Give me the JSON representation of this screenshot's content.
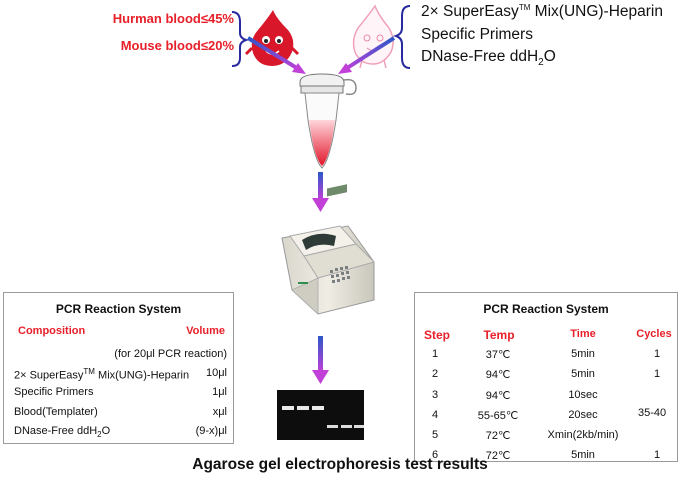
{
  "blood": {
    "human": "Hurman blood≤45%",
    "mouse": "Mouse blood≤20%"
  },
  "reagents": [
    {
      "pre": "2×  SuperEasy",
      "sup": "TM",
      "post": " Mix(UNG)-Heparin"
    },
    {
      "pre": "Specific Primers",
      "sup": "",
      "post": ""
    },
    {
      "pre": "DNase-Free ddH",
      "sub": "2",
      "post": "O"
    }
  ],
  "left_table": {
    "title": "PCR Reaction System",
    "col_composition": "Composition",
    "col_volume": "Volume",
    "note": "(for 20μl PCR reaction)",
    "rows": [
      {
        "name_pre": "2× SuperEasy",
        "name_sup": "TM",
        "name_post": " Mix(UNG)-Heparin",
        "vol": "10μl"
      },
      {
        "name_pre": "Specific Primers",
        "name_sup": "",
        "name_post": "",
        "vol": "1μl"
      },
      {
        "name_pre": "Blood(Templater)",
        "name_sup": "",
        "name_post": "",
        "vol": "xμl"
      },
      {
        "name_pre": "DNase-Free ddH",
        "name_sub": "2",
        "name_post": "O",
        "vol": "(9-x)μl"
      }
    ]
  },
  "right_table": {
    "title": "PCR Reaction System",
    "headers": [
      "Step",
      "Temp",
      "Time",
      "Cycles"
    ],
    "rows": [
      {
        "step": "1",
        "temp": "37℃",
        "time": "5min",
        "cycles": "1"
      },
      {
        "step": "2",
        "temp": "94℃",
        "time": "5min",
        "cycles": "1"
      },
      {
        "step": "3",
        "temp": "94℃",
        "time": "10sec",
        "cycles": ""
      },
      {
        "step": "4",
        "temp": "55-65℃",
        "time": "20sec",
        "cycles": ""
      },
      {
        "step": "5",
        "temp": "72℃",
        "time": "Xmin(2kb/min)",
        "cycles": ""
      },
      {
        "step": "6",
        "temp": "72℃",
        "time": "5min",
        "cycles": "1"
      }
    ],
    "grouped_cycles": "35-40"
  },
  "caption": "Agarose gel electrophoresis test results",
  "colors": {
    "red": "#e8202a",
    "arrow_top": "#2b57c8",
    "arrow_bottom": "#c040d8",
    "brace": "#2a2aa0"
  }
}
